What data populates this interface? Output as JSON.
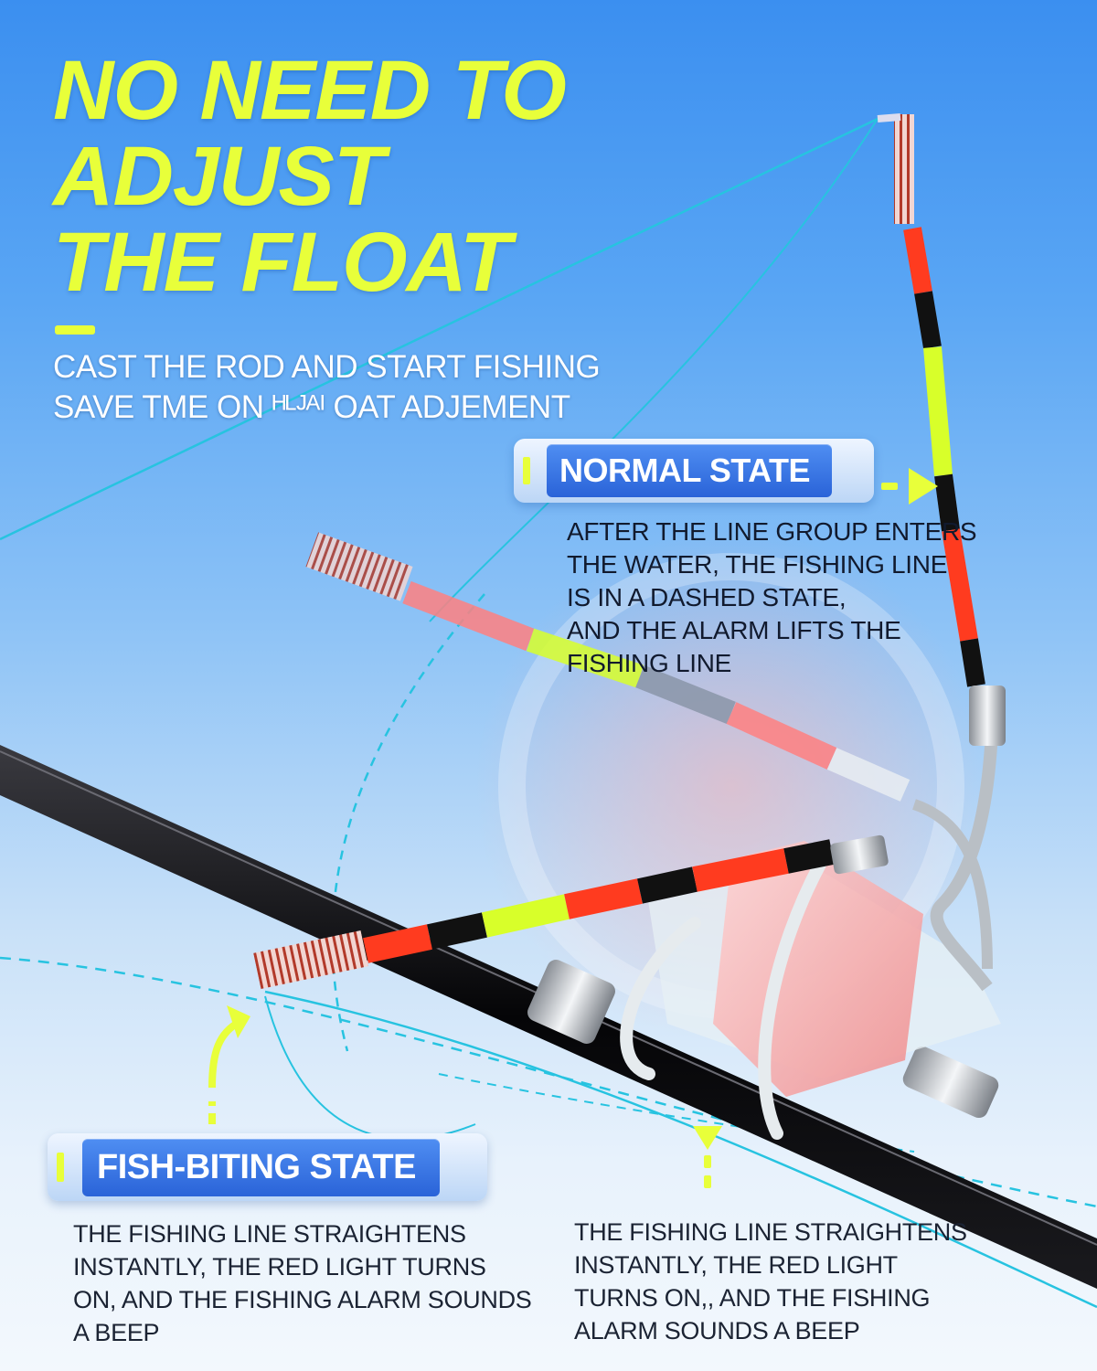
{
  "headline": {
    "lines": [
      "NO NEED TO",
      "ADJUST",
      "THE FLOAT"
    ]
  },
  "subheading": {
    "lines": [
      "CAST THE ROD AND START FISHING",
      "SAVE TME ON ᴴᴸᴶᴬᴵ OAT ADJEMENT"
    ]
  },
  "normal_state": {
    "label": "NORMAL STATE",
    "description": [
      "AFTER THE LINE GROUP ENTERS",
      "THE WATER, THE FISHING LINE",
      "IS IN A DASHED STATE,",
      "AND THE ALARM LIFTS THE",
      "FISHING LINE"
    ]
  },
  "fish_biting_state": {
    "label": "FISH-BITING STATE",
    "description_left": [
      "THE FISHING LINE STRAIGHTENS",
      "INSTANTLY, THE RED LIGHT TURNS",
      "ON, AND THE FISHING ALARM SOUNDS",
      "A BEEP"
    ],
    "description_right": [
      "THE FISHING LINE STRAIGHTENS",
      "INSTANTLY, THE RED LIGHT",
      "TURNS  ON,, AND THE FISHING",
      "ALARM SOUNDS A BEEP"
    ]
  },
  "colors": {
    "accent_yellow": "#e8ff3a",
    "badge_blue": "#2a63d8",
    "float_red": "#ff3b1f",
    "float_yellow": "#d8ff2a",
    "line_cyan": "#27c3e0",
    "rod_black": "#0b0b0e"
  },
  "icons": [
    "arrow-right-icon",
    "arrow-down-icon",
    "arrow-up-left-icon"
  ]
}
